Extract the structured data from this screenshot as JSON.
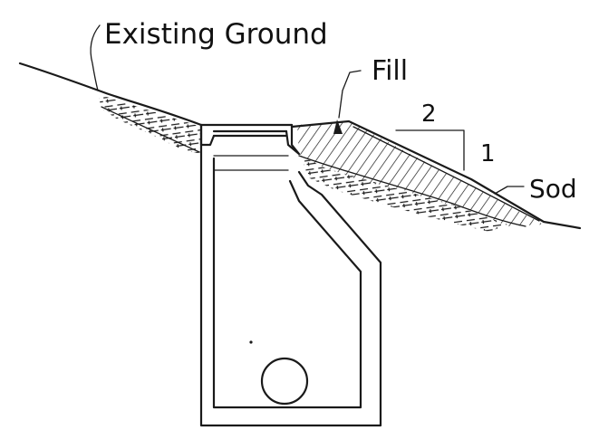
{
  "labels": {
    "existing_ground": "Existing Ground",
    "fill": "Fill",
    "slope_run": "2",
    "slope_rise": "1",
    "sod": "Sod"
  },
  "colors": {
    "ink": "#1a1a1a",
    "background": "#ffffff"
  }
}
